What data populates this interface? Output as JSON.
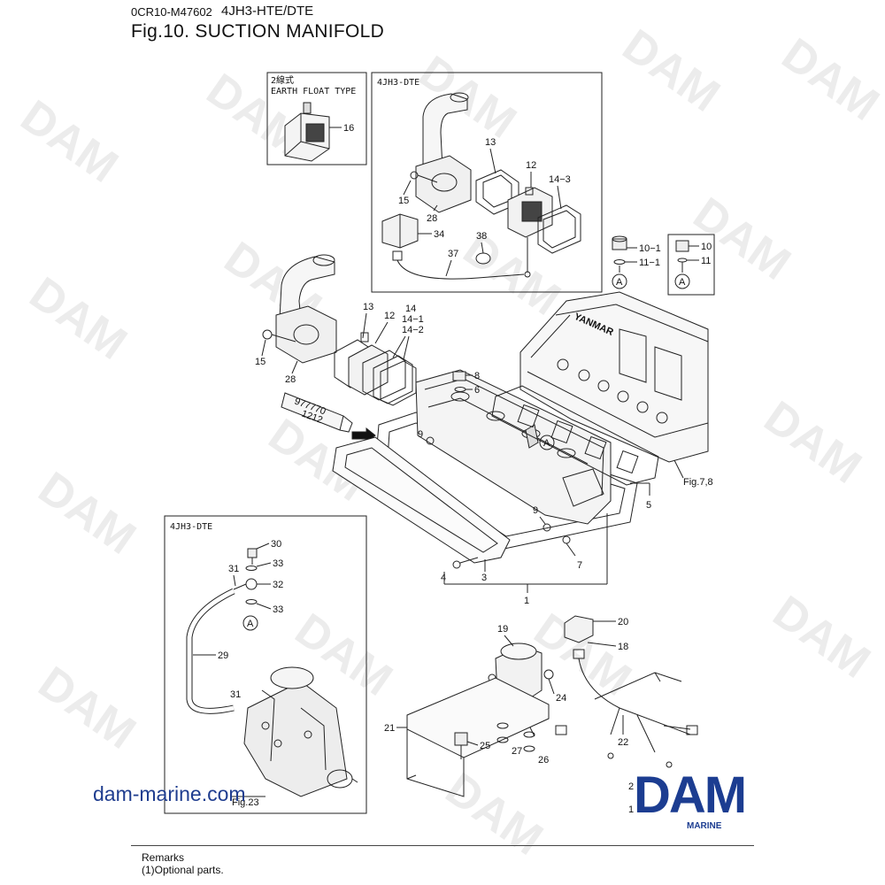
{
  "header": {
    "code": "0CR10-M47602",
    "model": "4JH3-HTE/DTE",
    "title": "Fig.10.  SUCTION MANIFOLD"
  },
  "insets": {
    "earth_float": {
      "line1": "2線式",
      "line2": "EARTH FLOAT TYPE"
    },
    "dte_top": "4JH3-DTE",
    "dte_left": "4JH3-DTE"
  },
  "callouts": {
    "c1": "1",
    "c3": "3",
    "c4": "4",
    "c5": "5",
    "c6": "6",
    "c7": "7",
    "c8": "8",
    "c9a": "9",
    "c9b": "9",
    "c10": "10",
    "c10_1": "10−1",
    "c11": "11",
    "c11_1": "11−1",
    "c12a": "12",
    "c12b": "12",
    "c13a": "13",
    "c13b": "13",
    "c14": "14",
    "c14_1": "14−1",
    "c14_2": "14−2",
    "c14_3": "14−3",
    "c15a": "15",
    "c15b": "15",
    "c16": "16",
    "c18": "18",
    "c19": "19",
    "c20": "20",
    "c21": "21",
    "c22": "22",
    "c24": "24",
    "c25": "25",
    "c26": "26",
    "c27": "27",
    "c28a": "28",
    "c28b": "28",
    "c29": "29",
    "c30": "30",
    "c31a": "31",
    "c31b": "31",
    "c32": "32",
    "c33a": "33",
    "c33b": "33",
    "c34": "34",
    "c37": "37",
    "c38": "38",
    "c2_partial": "2",
    "c17_partial": "1",
    "refA": "A",
    "fig78": "Fig.7,8",
    "fig_partial": "Fig.23",
    "tube_line1": "977770",
    "tube_line2": "1212",
    "engine_brand": "YANMAR"
  },
  "watermark": "DAM",
  "footer": {
    "site": "dam-marine.com",
    "logo_main": "DAM",
    "logo_sub": "MARINE",
    "remarks_title": "Remarks",
    "remarks_item": "(1)Optional parts."
  },
  "colors": {
    "brand_blue": "#1c3d91",
    "site_blue": "#1f3d8f",
    "watermark": "#ececec"
  }
}
